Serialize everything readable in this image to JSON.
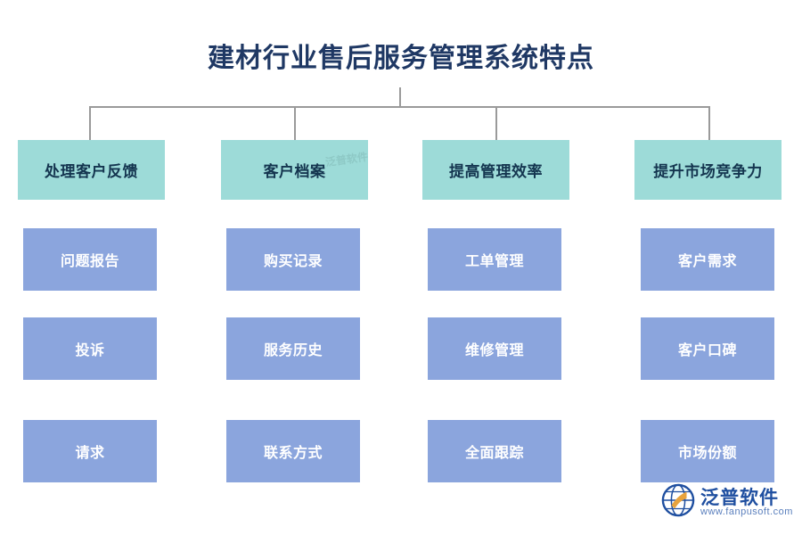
{
  "title": "建材行业售后服务管理系统特点",
  "columns": [
    {
      "header": "处理客户反馈",
      "items": [
        "问题报告",
        "投诉",
        "请求"
      ]
    },
    {
      "header": "客户档案",
      "items": [
        "购买记录",
        "服务历史",
        "联系方式"
      ]
    },
    {
      "header": "提高管理效率",
      "items": [
        "工单管理",
        "维修管理",
        "全面跟踪"
      ]
    },
    {
      "header": "提升市场竞争力",
      "items": [
        "客户需求",
        "客户口碑",
        "市场份额"
      ]
    }
  ],
  "watermark": {
    "line1": "泛普软件",
    "line2": ""
  },
  "logo": {
    "name": "泛普软件",
    "url": "www.fanpusoft.com"
  },
  "colors": {
    "title": "#1f3864",
    "header_box": "#9ddbd8",
    "header_text": "#14354f",
    "sub_box": "#8ba5dd",
    "sub_text": "#ffffff",
    "connector": "#9a9a9a",
    "logo_text": "#1f4fa0"
  }
}
